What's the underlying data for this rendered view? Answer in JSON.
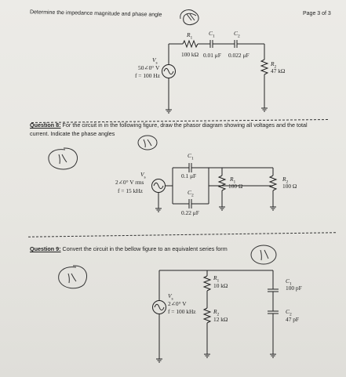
{
  "header": {
    "instruction": "Determine the impedance magnitude and phase angle",
    "page_label": "Page 3 of 3"
  },
  "circuit1": {
    "source_name": "V",
    "source_sub": "s",
    "source_value": "50∠0° V",
    "source_freq": "f = 100 Hz",
    "r1_name": "R",
    "r1_sub": "1",
    "r1_value": "100 kΩ",
    "c1_name": "C",
    "c1_sub": "1",
    "c1_value": "0.01 μF",
    "c2_name": "C",
    "c2_sub": "2",
    "c2_value": "0.022 μF",
    "r2_name": "R",
    "r2_sub": "2",
    "r2_value": "47 kΩ"
  },
  "question8": {
    "number": "Question 8:",
    "text_line1": "For the circuit in in the following figure, draw the phasor diagram showing all voltages and the total",
    "text_line2": "current. Indicate the phase angles"
  },
  "circuit2": {
    "source_name": "V",
    "source_sub": "s",
    "source_value": "2∠0° V rms",
    "source_freq": "f = 15 kHz",
    "c1_name": "C",
    "c1_sub": "1",
    "c1_value": "0.1 μF",
    "c2_name": "C",
    "c2_sub": "2",
    "c2_value": "0.22 μF",
    "r1_name": "R",
    "r1_sub": "1",
    "r1_value": "100 Ω",
    "r2_name": "R",
    "r2_sub": "2",
    "r2_value": "100 Ω"
  },
  "question9": {
    "number": "Question 9:",
    "text": "Convert the circuit in the bellow figure to an equivalent series form"
  },
  "circuit3": {
    "source_name": "V",
    "source_sub": "s",
    "source_value": "2∠0° V",
    "source_freq": "f = 100 kHz",
    "r1_name": "R",
    "r1_sub": "1",
    "r1_value": "10 kΩ",
    "r2_name": "R",
    "r2_sub": "2",
    "r2_value": "12 kΩ",
    "c1_name": "C",
    "c1_sub": "1",
    "c1_value": "100 pF",
    "c2_name": "C",
    "c2_sub": "2",
    "c2_value": "47 pF"
  }
}
